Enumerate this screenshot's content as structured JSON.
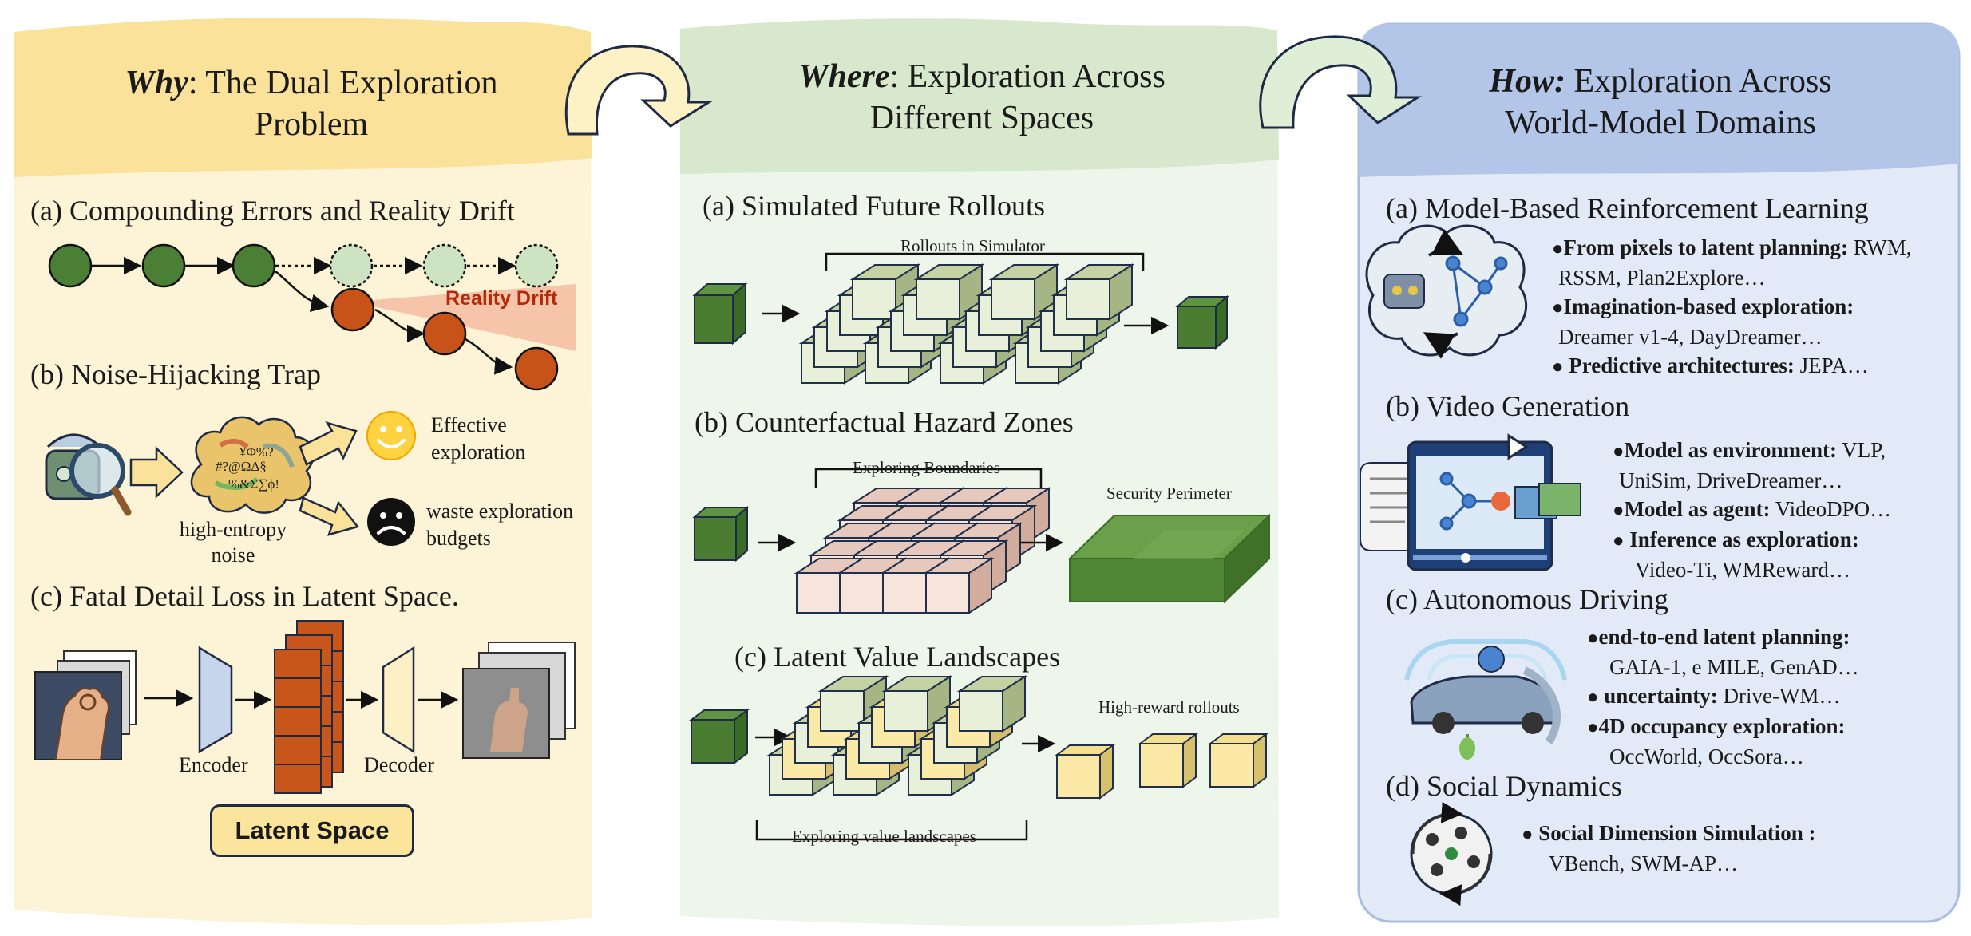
{
  "panels": {
    "why": {
      "title_em": "Why",
      "title_rest": ": The Dual Exploration\nProblem",
      "a": {
        "heading": "(a) Compounding Errors and Reality Drift",
        "drift_label": "Reality Drift"
      },
      "b": {
        "heading": "(b) Noise-Hijacking Trap",
        "noise_label": "high-entropy\nnoise",
        "effective": "Effective\nexploration",
        "waste": "waste exploration\nbudgets"
      },
      "c": {
        "heading": "(c) Fatal Detail Loss in Latent Space.",
        "encoder": "Encoder",
        "decoder": "Decoder",
        "latent": "Latent Space"
      }
    },
    "where": {
      "title_em": "Where",
      "title_rest": ": Exploration Across\nDifferent Spaces",
      "a": {
        "heading": "(a) Simulated Future Rollouts",
        "bracket": "Rollouts in Simulator"
      },
      "b": {
        "heading": "(b) Counterfactual Hazard Zones",
        "bracket": "Exploring Boundaries",
        "perimeter": "Security Perimeter"
      },
      "c": {
        "heading": "(c) Latent Value Landscapes",
        "reward": "High-reward rollouts",
        "bracket": "Exploring value landscapes"
      }
    },
    "how": {
      "title_em": "How:",
      "title_rest": " Exploration Across\nWorld-Model Domains",
      "a": {
        "heading": "(a) Model-Based Reinforcement Learning",
        "bullets": [
          {
            "bold": "From pixels to latent planning:",
            "rest": " RWM,",
            "cont": "RSSM, Plan2Explore…"
          },
          {
            "bold": "Imagination-based exploration:",
            "rest": "",
            "cont": "Dreamer v1-4, DayDreamer…"
          },
          {
            "bold": "Predictive architectures:",
            "rest": " JEPA…",
            "cont": ""
          }
        ]
      },
      "b": {
        "heading": "(b) Video Generation",
        "bullets": [
          {
            "bold": "Model as environment:",
            "rest": " VLP,",
            "cont": "UniSim, DriveDreamer…"
          },
          {
            "bold": "Model as agent:",
            "rest": " VideoDPO…",
            "cont": ""
          },
          {
            "bold": "Inference as exploration:",
            "rest": "",
            "cont": "Video-Ti, WMReward…"
          }
        ]
      },
      "c": {
        "heading": "(c) Autonomous Driving",
        "bullets": [
          {
            "bold": "end-to-end latent planning:",
            "rest": "",
            "cont": "GAIA-1, e MILE, GenAD…"
          },
          {
            "bold": "uncertainty:",
            "rest": " Drive-WM…",
            "cont": ""
          },
          {
            "bold": "4D occupancy exploration:",
            "rest": "",
            "cont": "OccWorld, OccSora…"
          }
        ]
      },
      "d": {
        "heading": "(d) Social Dynamics",
        "bullets": [
          {
            "bold": "Social Dimension Simulation :",
            "rest": "",
            "cont": "VBench, SWM-AP…"
          }
        ]
      }
    }
  },
  "colors": {
    "why_header": "#fbe29a",
    "why_body": "#fdf3d6",
    "where_header": "#d7e8cc",
    "where_body": "#eef5ea",
    "how_header": "#b3c6e8",
    "how_body": "#e3eaf7",
    "node_green": "#4b7f35",
    "node_orange": "#c85318",
    "drift_fill": "#f6c4a8",
    "cube_green": "#4a7c31"
  },
  "icons": [
    "robot-icon",
    "smiley-icon",
    "sad-face-icon",
    "brain-icon",
    "video-player-icon",
    "car-icon",
    "social-network-icon",
    "hand-image-icon"
  ]
}
